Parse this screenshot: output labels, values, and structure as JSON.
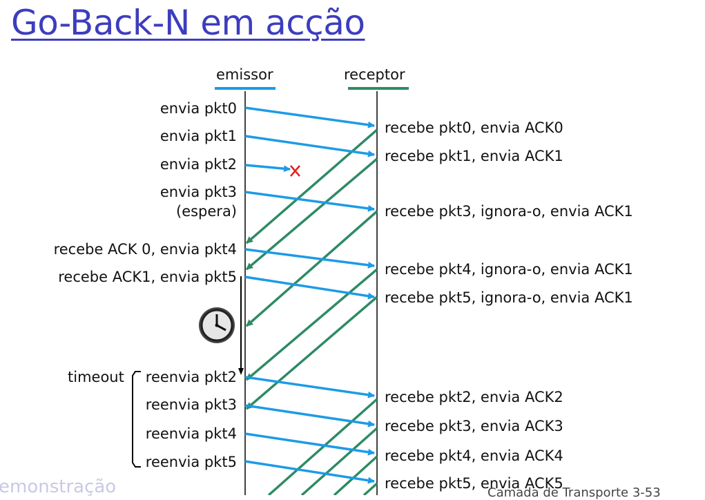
{
  "title": "Go-Back-N em acção",
  "columns": {
    "sender": "emissor",
    "receiver": "receptor"
  },
  "sender_events": [
    "envia pkt0",
    "envia pkt1",
    "envia pkt2",
    "envia pkt3",
    "(espera)",
    "recebe ACK 0, envia pkt4",
    "recebe ACK1, envia pkt5",
    "reenvia pkt2",
    "reenvia pkt3",
    "reenvia pkt4",
    "reenvia pkt5"
  ],
  "timeout_label": "timeout",
  "receiver_events": [
    "recebe pkt0, envia ACK0",
    "recebe pkt1, envia ACK1",
    "recebe pkt3, ignora-o, envia ACK1",
    "recebe pkt4, ignora-o, envia ACK1",
    "recebe pkt5, ignora-o, envia ACK1",
    "recebe pkt2, envia ACK2",
    "recebe pkt3, envia ACK3",
    "recebe pkt4, envia ACK4",
    "recebe pkt5, envia ACK5"
  ],
  "footer_left": "emonstração",
  "footer_right": "Camada de Transporte  3-53",
  "colors": {
    "title": "#3d3dbf",
    "sender": "#1c9be6",
    "receiver": "#2e8b64",
    "lost": "#e02020",
    "packet": "#1c9be6",
    "ack": "#2e8b64"
  }
}
